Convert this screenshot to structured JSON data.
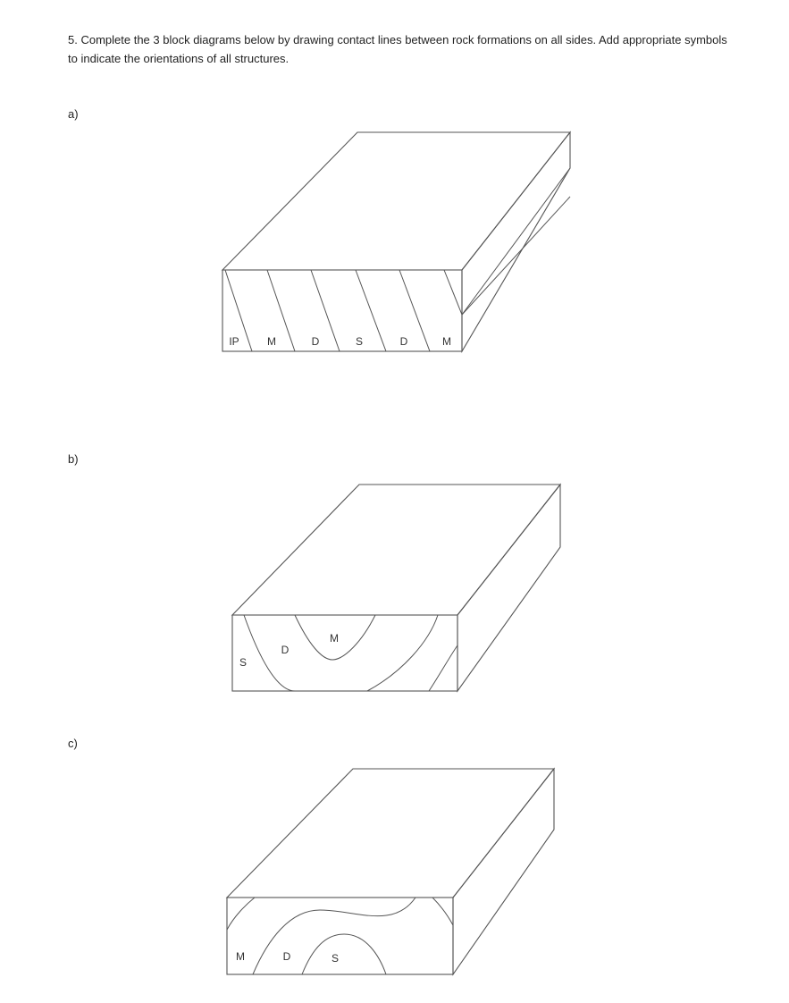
{
  "question": {
    "text": "5. Complete the 3 block diagrams below by drawing contact lines between rock formations on all sides. Add appropriate symbols to indicate the orientations of all structures."
  },
  "parts": [
    {
      "label": "a)",
      "units": [
        "IP",
        "M",
        "D",
        "S",
        "D",
        "M"
      ]
    },
    {
      "label": "b)",
      "units": [
        "S",
        "D",
        "M"
      ]
    },
    {
      "label": "c)",
      "units": [
        "M",
        "D",
        "S"
      ]
    }
  ]
}
